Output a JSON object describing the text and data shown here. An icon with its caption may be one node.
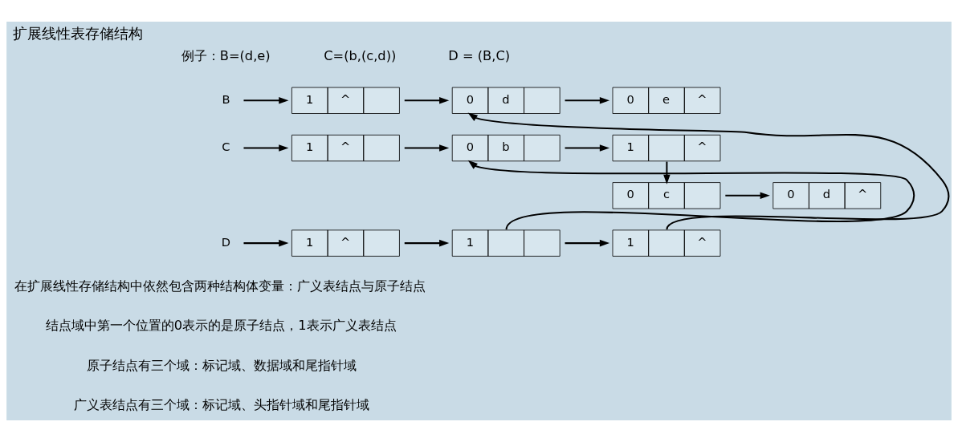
{
  "diagram": {
    "title": "扩展线性表存储结构",
    "nodes": [
      {
        "text": [
          "B"
        ]
      },
      {
        "text": [
          "1",
          "^"
        ]
      },
      {
        "text": [
          "0",
          "d"
        ]
      },
      {
        "text": [
          "0",
          "e",
          "^"
        ]
      },
      {
        "text": [
          "C"
        ]
      },
      {
        "text": [
          "1",
          "^"
        ]
      },
      {
        "text": [
          "0",
          "b"
        ]
      },
      {
        "text": [
          "1",
          "^"
        ]
      },
      {
        "text": [
          "0",
          "c"
        ]
      },
      {
        "text": [
          "0",
          "d",
          "^"
        ]
      },
      {
        "text": [
          "D"
        ]
      },
      {
        "text": [
          "1",
          "^"
        ]
      },
      {
        "text": [
          "1"
        ]
      },
      {
        "text": [
          "1",
          "^"
        ]
      }
    ],
    "edges": [
      {
        "from": 0,
        "to": 1,
        "arrow": "to"
      },
      {
        "from": 1,
        "to": 2,
        "arrow": "to"
      },
      {
        "from": 2,
        "to": 3,
        "arrow": "to"
      },
      {
        "from": 4,
        "to": 5,
        "arrow": "to"
      },
      {
        "from": 5,
        "to": 6,
        "arrow": "to"
      },
      {
        "from": 6,
        "to": 7,
        "arrow": "to"
      },
      {
        "from": 7,
        "to": 8,
        "arrow": "to"
      },
      {
        "from": 8,
        "to": 9,
        "arrow": "to"
      },
      {
        "from": 10,
        "to": 11,
        "arrow": "to"
      },
      {
        "from": 11,
        "to": 12,
        "arrow": "to"
      },
      {
        "from": 12,
        "to": 13,
        "arrow": "to"
      },
      {
        "from": 12,
        "to": 6,
        "arrow": "to"
      },
      {
        "from": 13,
        "to": 2,
        "arrow": "to"
      }
    ],
    "labels": [
      "例子：B=(d,e)",
      "C=(b,(c,d))",
      "D = (B,C)",
      "在扩展线性存储结构中依然包含两种结构体变量：广义表结点与原子结点",
      "结点域中第一个位置的0表示的是原子结点，1表示广义表结点",
      "原子结点有三个域：标记域、数据域和尾指针域",
      "广义表结点有三个域：标记域、头指针域和尾指针域"
    ]
  }
}
